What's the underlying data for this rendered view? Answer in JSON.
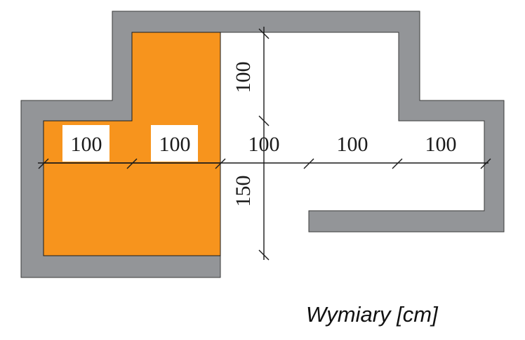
{
  "colors": {
    "wall": "#939598",
    "wall_edge": "#3a3a3a",
    "fill": "#f7941d",
    "line": "#1a1a1a",
    "background": "#ffffff"
  },
  "dimensions": {
    "horizontal": [
      "100",
      "100",
      "100",
      "100",
      "100"
    ],
    "vertical_top": "100",
    "vertical_bottom": "150"
  },
  "caption": "Wymiary [cm]"
}
